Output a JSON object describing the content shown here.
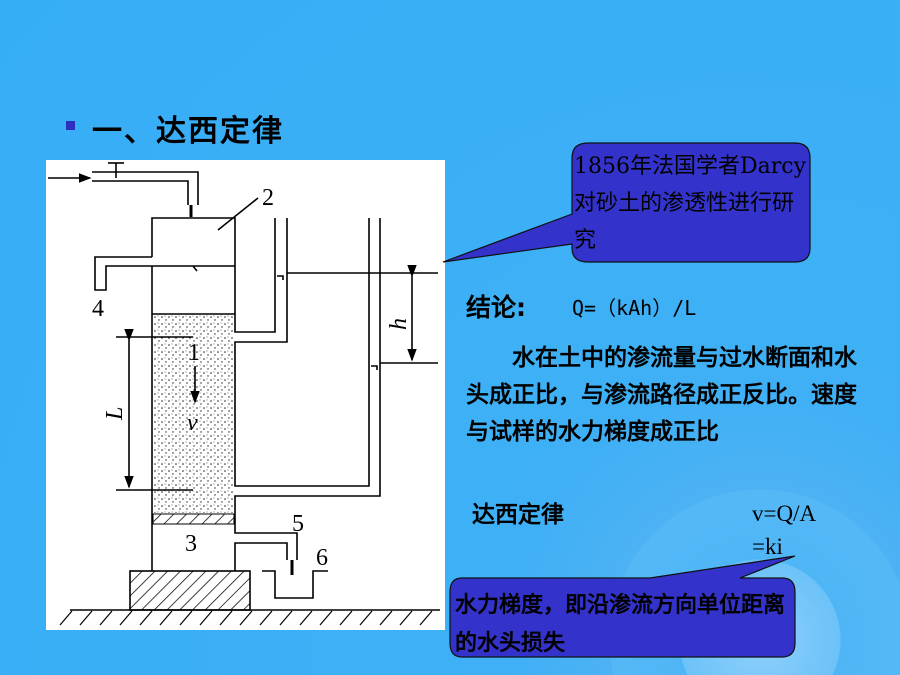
{
  "slide": {
    "title": "一、达西定律",
    "callout_top": "1856年法国学者Darcy对砂土的渗透性进行研究",
    "conclusion_label": "结论:",
    "conclusion_formula": "Q=（kAh）/L",
    "paragraph": "水在土中的渗流量与过水断面和水头成正比，与渗流路径成正反比。速度与试样的水力梯度成正比",
    "law_label": "达西定律",
    "equation_line1": "v=Q/A",
    "equation_line2": "=ki",
    "callout_bottom": "水力梯度，即沿渗流方向单位距离的水头损失"
  },
  "diagram": {
    "labels": {
      "n1": "1",
      "n2": "2",
      "n3": "3",
      "n4": "4",
      "n5": "5",
      "n6": "6",
      "v": "v",
      "L": "L",
      "h": "h"
    }
  },
  "colors": {
    "background": "#3fb0f6",
    "callout": "#3333cc",
    "bullet": "#2d2fc0"
  }
}
